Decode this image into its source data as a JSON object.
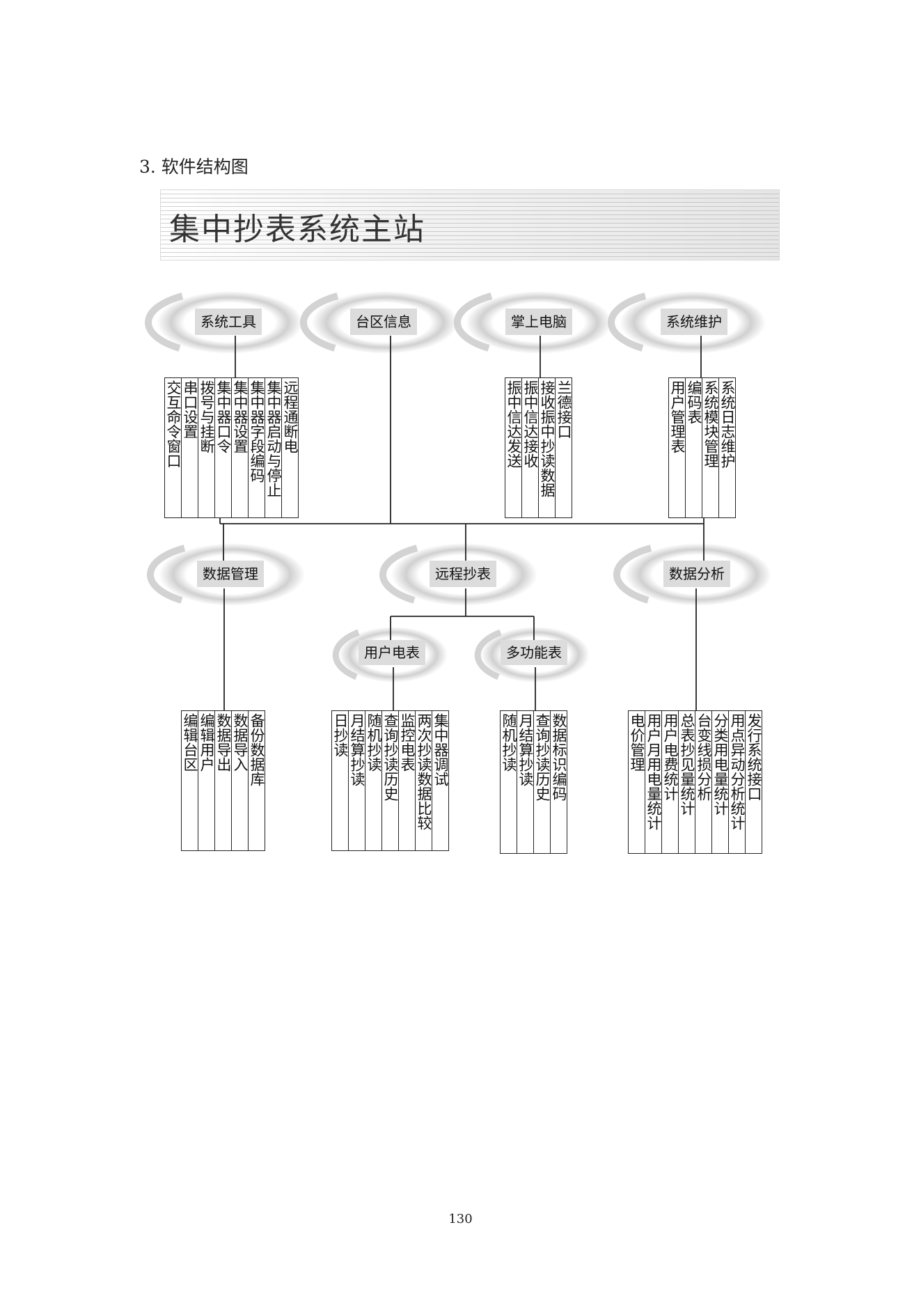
{
  "section_heading": "3.  软件结构图",
  "banner_title": "集中抄表系统主站",
  "nodes": {
    "system_tools": {
      "label": "系统工具",
      "items": [
        "交互命令窗口",
        "串口设置",
        "拨号与挂断",
        "集中器口令",
        "集中器设置",
        "集中器字段编码",
        "集中器启动与停止",
        "远程通断电"
      ]
    },
    "area_info": {
      "label": "台区信息"
    },
    "handheld_pc": {
      "label": "掌上电脑",
      "items": [
        "振中信达发送",
        "振中信达接收",
        "接收振中抄读数据",
        "兰德接口"
      ]
    },
    "system_maintenance": {
      "label": "系统维护",
      "items": [
        "用户管理表",
        "编码表",
        "系统模块管理",
        "系统日志维护"
      ]
    },
    "data_management": {
      "label": "数据管理",
      "items": [
        "编辑台区",
        "编辑用户",
        "数据导出",
        "数据导入",
        "备份数据库"
      ]
    },
    "remote_reading": {
      "label": "远程抄表"
    },
    "data_analysis": {
      "label": "数据分析",
      "items": [
        "电价管理",
        "用户月用电量统计",
        "用户电费统计",
        "总表抄见量统计",
        "台变线损分析",
        "分类用电量统计",
        "用点异动分析统计",
        "发行系统接口"
      ]
    },
    "user_meter": {
      "label": "用户电表",
      "items": [
        "日抄读",
        "月结算抄读",
        "随机抄读",
        "查询抄读历史",
        "监控电表",
        "两次抄读数据比较",
        "集中器调试"
      ]
    },
    "multifunction_meter": {
      "label": "多功能表",
      "items": [
        "随机抄读",
        "月结算抄读",
        "查询抄读历史",
        "数据标识编码"
      ]
    }
  },
  "page_number": "130"
}
